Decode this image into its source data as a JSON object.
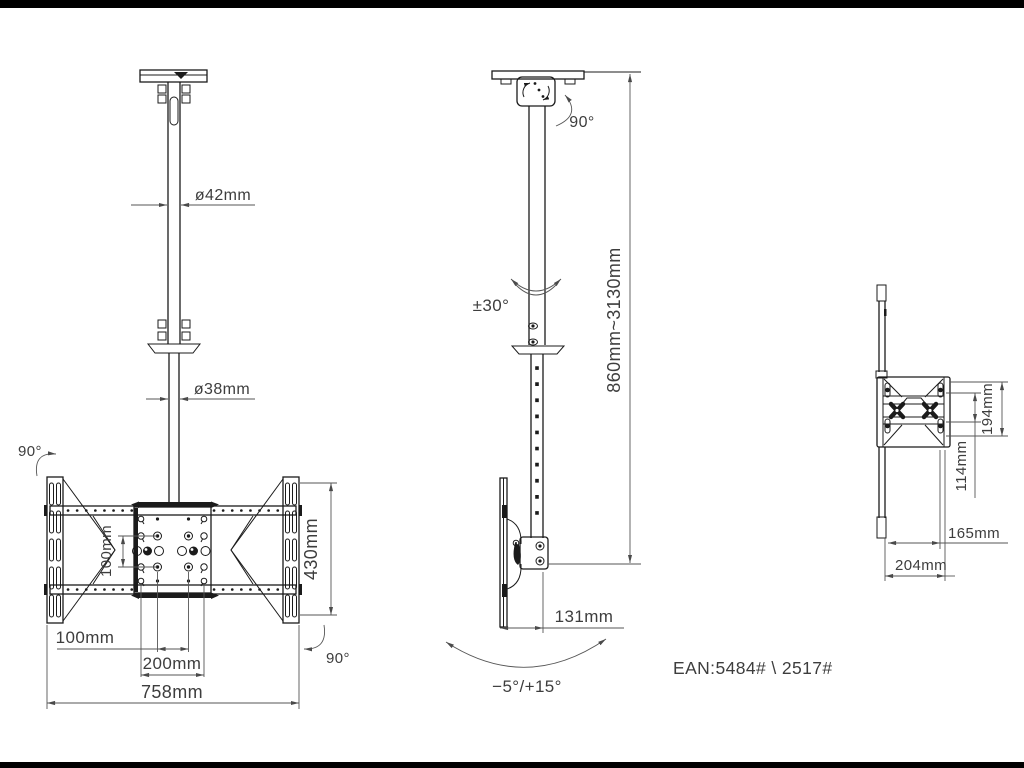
{
  "drawing": {
    "title": "ceiling-tv-mount-technical-drawing",
    "line_color": "#1b1b1b",
    "dim_color": "#565656",
    "bar_color": "#000000",
    "front": {
      "pole_diameter_upper": "ø42mm",
      "pole_diameter_lower": "ø38mm",
      "swivel_top": "90°",
      "swivel_bottom": "90°",
      "vesa_vertical": "100mm",
      "bracket_height": "430mm",
      "vesa_horizontal": "100mm",
      "vesa_horizontal_wide": "200mm",
      "total_width": "758mm"
    },
    "side": {
      "pole_swivel": "90°",
      "rotation_range": "±30°",
      "height_range": "860mm~3130mm",
      "depth_from_tv": "131mm",
      "tilt_range": "−5°/+15°"
    },
    "profile": {
      "bracket_height": "194mm",
      "slot_spacing": "114mm",
      "depth_inner": "165mm",
      "depth_overall": "204mm"
    },
    "footer": {
      "ean_code": "EAN:5484# \\ 2517#"
    }
  }
}
